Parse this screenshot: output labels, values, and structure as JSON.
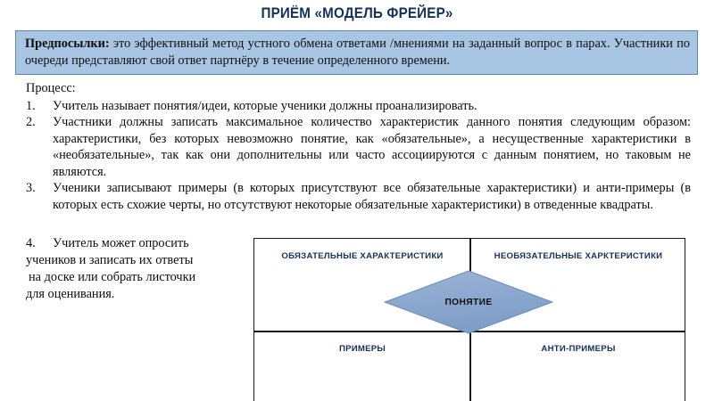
{
  "slide": {
    "title": "ПРИЁМ «МОДЕЛЬ ФРЕЙЕР»",
    "colors": {
      "title_navy": "#13315c",
      "banner_fill": "#a8c6e4",
      "banner_border": "#5e87b0",
      "label_navy": "#16305c",
      "diamond_fill": "#8aa7ce",
      "diamond_stroke": "#6a8cbb",
      "table_border": "#1a1a1a",
      "body_text": "#0d0d0d"
    }
  },
  "premise": {
    "lead_label": "Предпосылки:",
    "text": " это эффективный метод устного обмена ответами /мнениями на заданный вопрос в парах. Участники по очереди представляют свой ответ партнёру в течение определенного времени."
  },
  "process": {
    "heading": "Процесс:",
    "items": [
      {
        "number": "1.",
        "text": "Учитель называет понятия/идеи, которые ученики должны проанализировать."
      },
      {
        "number": "2.",
        "text": "Участники должны записать максимальное количество характеристик данного понятия следующим образом: характеристики, без которых невозможно понятие, как «обязательные», а несущественные характеристики в «необязательные», так как они дополнительны или часто ассоциируются с данным понятием, но таковым не являются."
      },
      {
        "number": "3.",
        "text": "Ученики записывают примеры (в которых присутствуют все обязательные характеристики) и анти-примеры (в которых есть схожие черты, но отсутствуют некоторые обязательные характеристики) в отведенные квадраты."
      }
    ],
    "item4": {
      "number": "4.",
      "line1": "Учитель может опросить",
      "line2": "учеников и записать их ответы",
      "line3": "на доске или собрать листочки",
      "line4": "для оценивания."
    }
  },
  "frayer_model": {
    "center_label": "ПОНЯТИЕ",
    "quadrants": {
      "top_left": "ОБЯЗАТЕЛЬНЫЕ ХАРАКТЕРИСТИКИ",
      "top_right": "НЕОБЯЗАТЕЛЬНЫЕ ХАРКТЕРИСТИКИ",
      "bottom_left": "ПРИМЕРЫ",
      "bottom_right": "АНТИ-ПРИМЕРЫ"
    }
  }
}
